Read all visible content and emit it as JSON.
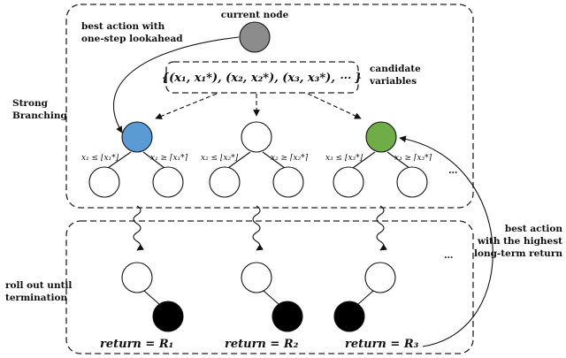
{
  "labels": {
    "current_node": "current node",
    "best_action_line1": "best action with",
    "best_action_line2": "one-step lookahead",
    "candidate_line1": "candidate",
    "candidate_line2": "variables",
    "strong_line1": "Strong",
    "strong_line2": "Branching",
    "rollout_line1": "roll out until",
    "rollout_line2": "termination",
    "best_return_line1": "best action",
    "best_return_line2": "with the highest",
    "best_return_line3": "long-term return",
    "candidate_set": "{(x₁, x₁*), (x₂, x₂*), (x₃, x₃*), ⋯ }",
    "ellipsis_top": "…",
    "ellipsis_bottom": "…"
  },
  "branches": [
    {
      "left": "x₁ ≤ ⌊x₁*⌋",
      "right": "x₁ ≥ ⌈x₁*⌉",
      "return": "return = R₁"
    },
    {
      "left": "x₂ ≤ ⌊x₂*⌋",
      "right": "x₂ ≥ ⌈x₂*⌉",
      "return": "return = R₂"
    },
    {
      "left": "x₃ ≤ ⌊x₃*⌋",
      "right": "x₃ ≥ ⌈x₃*⌉",
      "return": "return = R₃"
    }
  ],
  "colors": {
    "current": "#8c8c8c",
    "branch1": "#5b9bd5",
    "branch3": "#70ad47",
    "terminal": "#000000",
    "empty": "#ffffff"
  }
}
